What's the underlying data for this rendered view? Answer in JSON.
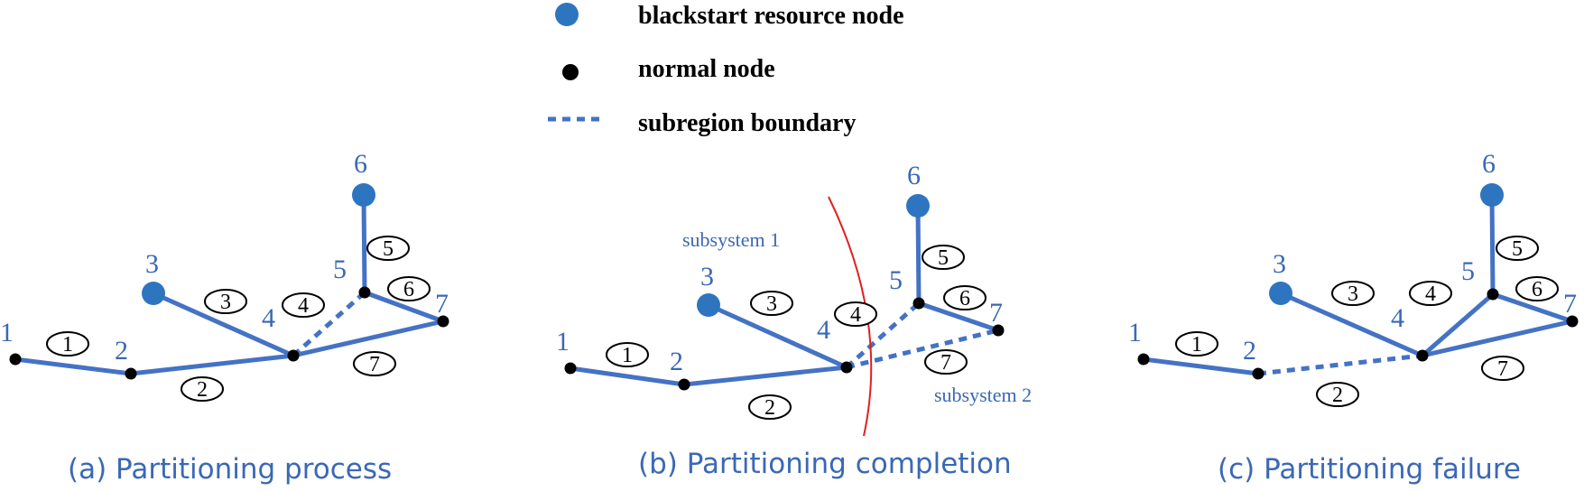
{
  "legend": {
    "blackstart_label": "blackstart resource node",
    "normal_label": "normal node",
    "boundary_label": "subregion boundary"
  },
  "colors": {
    "blackstart": "#2e75c0",
    "normal": "#000000",
    "branch": "#4472c4",
    "label": "#3b68b5",
    "cut": "#e02020"
  },
  "panels": {
    "a": {
      "caption": "(a) Partitioning process",
      "nodes": {
        "n1": "1",
        "n2": "2",
        "n3": "3",
        "n4": "4",
        "n5": "5",
        "n6": "6",
        "n7": "7"
      },
      "branches": {
        "b1": "1",
        "b2": "2",
        "b3": "3",
        "b4": "4",
        "b5": "5",
        "b6": "6",
        "b7": "7"
      }
    },
    "b": {
      "caption": "(b) Partitioning completion",
      "subsystem1": "subsystem 1",
      "subsystem2": "subsystem 2",
      "nodes": {
        "n1": "1",
        "n2": "2",
        "n3": "3",
        "n4": "4",
        "n5": "5",
        "n6": "6",
        "n7": "7"
      },
      "branches": {
        "b1": "1",
        "b2": "2",
        "b3": "3",
        "b4": "4",
        "b5": "5",
        "b6": "6",
        "b7": "7"
      }
    },
    "c": {
      "caption": "(c) Partitioning failure",
      "nodes": {
        "n1": "1",
        "n2": "2",
        "n3": "3",
        "n4": "4",
        "n5": "5",
        "n6": "6",
        "n7": "7"
      },
      "branches": {
        "b1": "1",
        "b2": "2",
        "b3": "3",
        "b4": "4",
        "b5": "5",
        "b6": "6",
        "b7": "7"
      }
    }
  }
}
